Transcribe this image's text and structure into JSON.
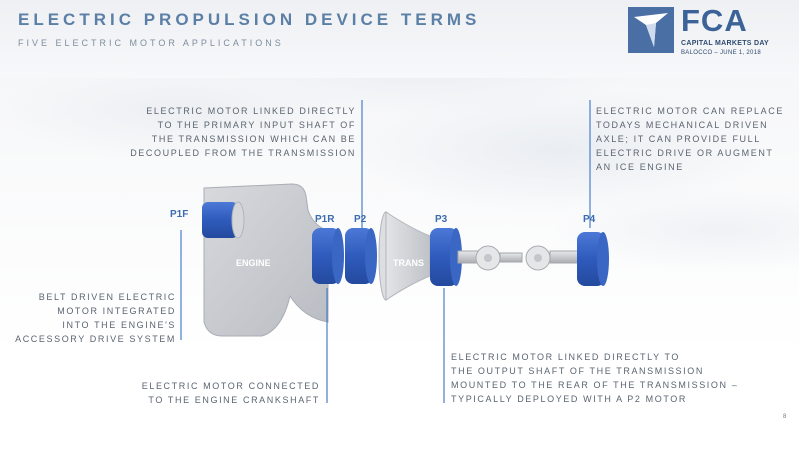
{
  "header": {
    "title": "ELECTRIC PROPULSION DEVICE TERMS",
    "subtitle": "FIVE ELECTRIC MOTOR APPLICATIONS"
  },
  "logo": {
    "brand": "FCA",
    "line1": "CAPITAL MARKETS DAY",
    "line2": "BALOCCO – JUNE 1, 2018",
    "color": "#4a6fa5"
  },
  "labels": {
    "p1f": "P1F",
    "p1r": "P1R",
    "p2": "P2",
    "p3": "P3",
    "p4": "P4",
    "engine": "ENGINE",
    "trans": "TRANS"
  },
  "notes": {
    "p1r_p2": "ELECTRIC MOTOR LINKED DIRECTLY\nTO THE PRIMARY INPUT SHAFT OF\nTHE TRANSMISSION WHICH CAN BE\nDECOUPLED FROM THE TRANSMISSION",
    "p4": "ELECTRIC MOTOR CAN REPLACE\nTODAYS MECHANICAL DRIVEN\nAXLE; IT CAN PROVIDE FULL\nELECTRIC DRIVE OR AUGMENT\nAN ICE ENGINE",
    "p1f": "BELT DRIVEN ELECTRIC\nMOTOR INTEGRATED\nINTO THE ENGINE'S\nACCESSORY DRIVE SYSTEM",
    "p1r": "ELECTRIC MOTOR CONNECTED\nTO THE ENGINE CRANKSHAFT",
    "p3": "ELECTRIC MOTOR LINKED DIRECTLY TO\nTHE OUTPUT SHAFT OF THE TRANSMISSION\nMOUNTED TO THE REAR OF THE TRANSMISSION –\nTYPICALLY DEPLOYED WITH A P2 MOTOR"
  },
  "colors": {
    "motor": "#3a66c4",
    "callout_line": "#4a7fc9",
    "engine": "#c9ccd1"
  },
  "page_number": "8"
}
